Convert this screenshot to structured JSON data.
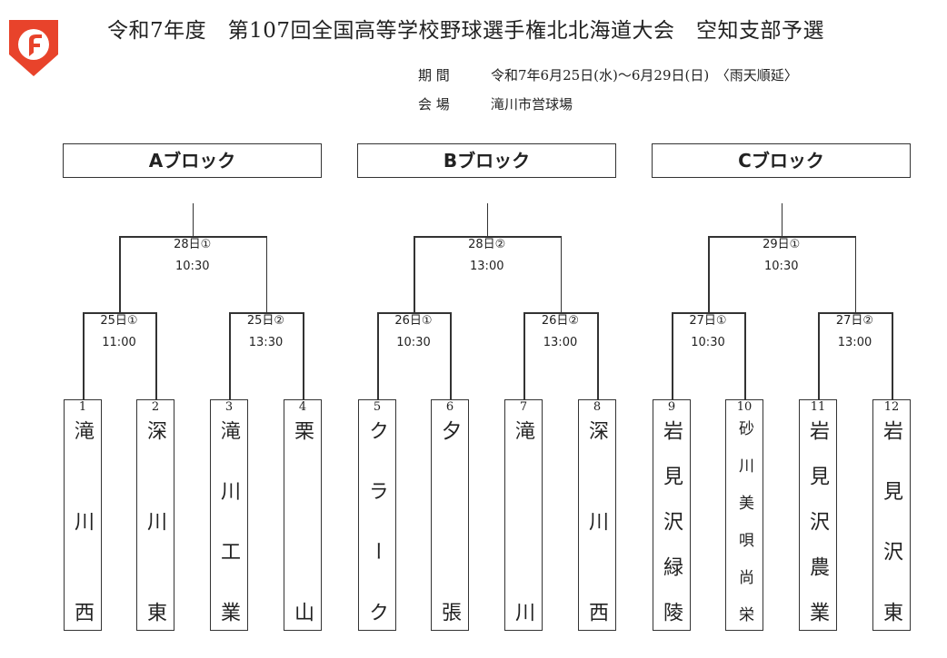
{
  "title": "令和7年度　第107回全国高等学校野球選手権北北海道大会　空知支部予選",
  "info": {
    "period_label": "期 間",
    "period_value": "令和7年6月25日(水)〜6月29日(日)　〈雨天順延〉",
    "venue_label": "会 場",
    "venue_value": "滝川市営球場"
  },
  "brand_color": "#e8432b",
  "blocks": [
    {
      "name": "Aブロック",
      "final": {
        "date": "28日①",
        "time": "10:30"
      },
      "matches": [
        {
          "date": "25日①",
          "time": "11:00"
        },
        {
          "date": "25日②",
          "time": "13:30"
        }
      ],
      "teams": [
        {
          "no": "1",
          "name": "滝川西"
        },
        {
          "no": "2",
          "name": "深川東"
        },
        {
          "no": "3",
          "name": "滝川工業"
        },
        {
          "no": "4",
          "name": "栗山"
        }
      ]
    },
    {
      "name": "Bブロック",
      "final": {
        "date": "28日②",
        "time": "13:00"
      },
      "matches": [
        {
          "date": "26日①",
          "time": "10:30"
        },
        {
          "date": "26日②",
          "time": "13:00"
        }
      ],
      "teams": [
        {
          "no": "5",
          "name": "クラーク"
        },
        {
          "no": "6",
          "name": "夕張"
        },
        {
          "no": "7",
          "name": "滝川"
        },
        {
          "no": "8",
          "name": "深川西"
        }
      ]
    },
    {
      "name": "Cブロック",
      "final": {
        "date": "29日①",
        "time": "10:30"
      },
      "matches": [
        {
          "date": "27日①",
          "time": "10:30"
        },
        {
          "date": "27日②",
          "time": "13:00"
        }
      ],
      "teams": [
        {
          "no": "9",
          "name": "岩見沢緑陵"
        },
        {
          "no": "10",
          "name": "砂川美唄尚栄"
        },
        {
          "no": "11",
          "name": "岩見沢農業"
        },
        {
          "no": "12",
          "name": "岩見沢東"
        }
      ]
    }
  ]
}
